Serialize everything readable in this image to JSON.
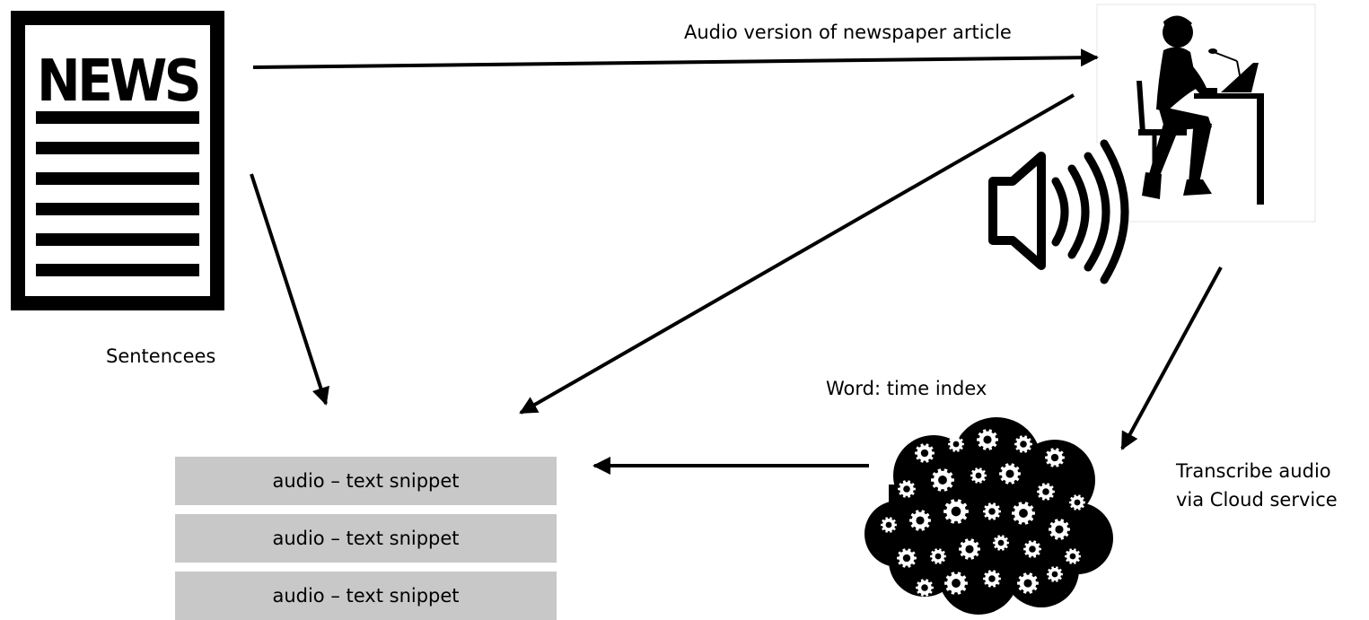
{
  "news_icon": {
    "text": "NEWS"
  },
  "labels": {
    "audio_version": "Audio version of newspaper article",
    "sentences": "Sentencees",
    "word_time_index": "Word: time index",
    "transcribe_line1": "Transcribe audio",
    "transcribe_line2": "via Cloud service"
  },
  "snippets": [
    {
      "label": "audio – text snippet"
    },
    {
      "label": "audio – text snippet"
    },
    {
      "label": "audio – text snippet"
    }
  ],
  "icons": [
    "newspaper-icon",
    "speaker-person-icon",
    "loudspeaker-icon",
    "cloud-gears-icon"
  ]
}
